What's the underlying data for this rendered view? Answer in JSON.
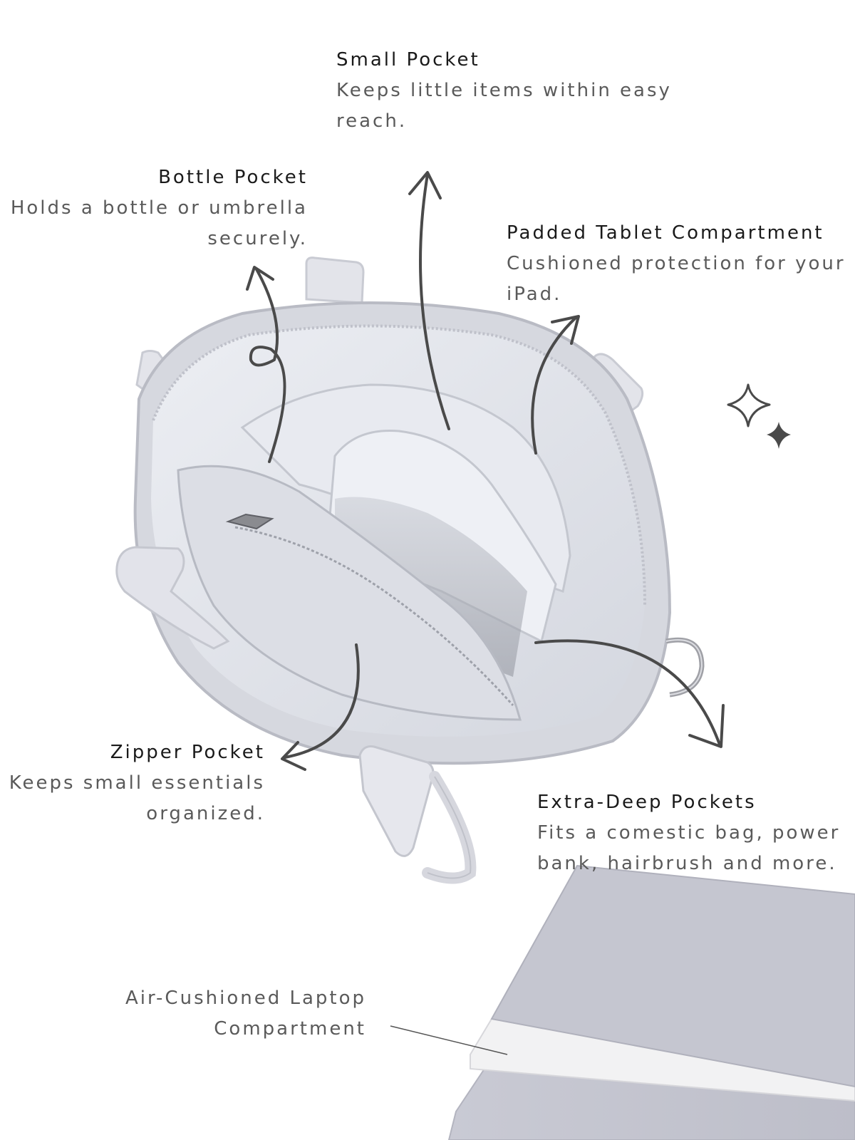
{
  "callouts": {
    "small_pocket": {
      "title": "Small Pocket",
      "description": "Keeps little items within easy reach."
    },
    "bottle_pocket": {
      "title": "Bottle Pocket",
      "description": "Holds a bottle or umbrella securely."
    },
    "tablet_compartment": {
      "title": "Padded Tablet Compartment",
      "description": "Cushioned protection for your iPad."
    },
    "zipper_pocket": {
      "title": "Zipper Pocket",
      "description": "Keeps small essentials organized."
    },
    "deep_pockets": {
      "title": "Extra-Deep Pockets",
      "description": "Fits a comestic bag, power bank, hairbrush and more."
    },
    "laptop_compartment": {
      "title": "Air-Cushioned Laptop Compartment"
    }
  },
  "colors": {
    "background": "#ffffff",
    "bag_fabric": "#d9dbe2",
    "bag_lining": "#e6e8ee",
    "arrow": "#4a4a4a",
    "title_text": "#1a1a1a",
    "body_text": "#5a5a5a"
  },
  "icons": [
    "sparkle-icon",
    "arrow-icon"
  ]
}
